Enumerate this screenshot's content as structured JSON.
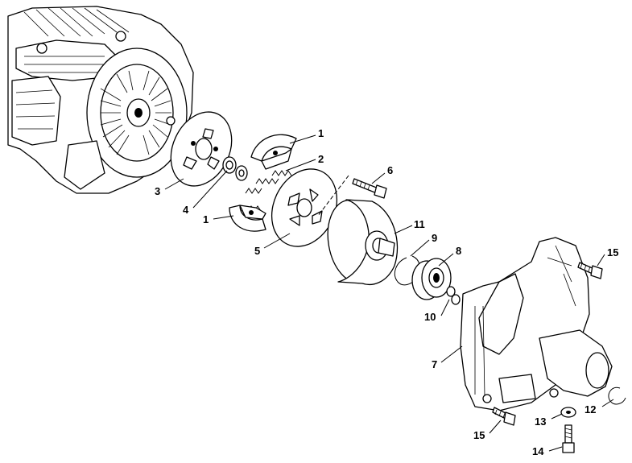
{
  "diagram": {
    "callouts": [
      {
        "id": "c1a",
        "label": "1"
      },
      {
        "id": "c2",
        "label": "2"
      },
      {
        "id": "c3",
        "label": "3"
      },
      {
        "id": "c4",
        "label": "4"
      },
      {
        "id": "c1b",
        "label": "1"
      },
      {
        "id": "c5",
        "label": "5"
      },
      {
        "id": "c6",
        "label": "6"
      },
      {
        "id": "c11",
        "label": "11"
      },
      {
        "id": "c9",
        "label": "9"
      },
      {
        "id": "c8",
        "label": "8"
      },
      {
        "id": "c10",
        "label": "10"
      },
      {
        "id": "c15a",
        "label": "15"
      },
      {
        "id": "c7",
        "label": "7"
      },
      {
        "id": "c12",
        "label": "12"
      },
      {
        "id": "c13",
        "label": "13"
      },
      {
        "id": "c15b",
        "label": "15"
      },
      {
        "id": "c14",
        "label": "14"
      }
    ]
  }
}
